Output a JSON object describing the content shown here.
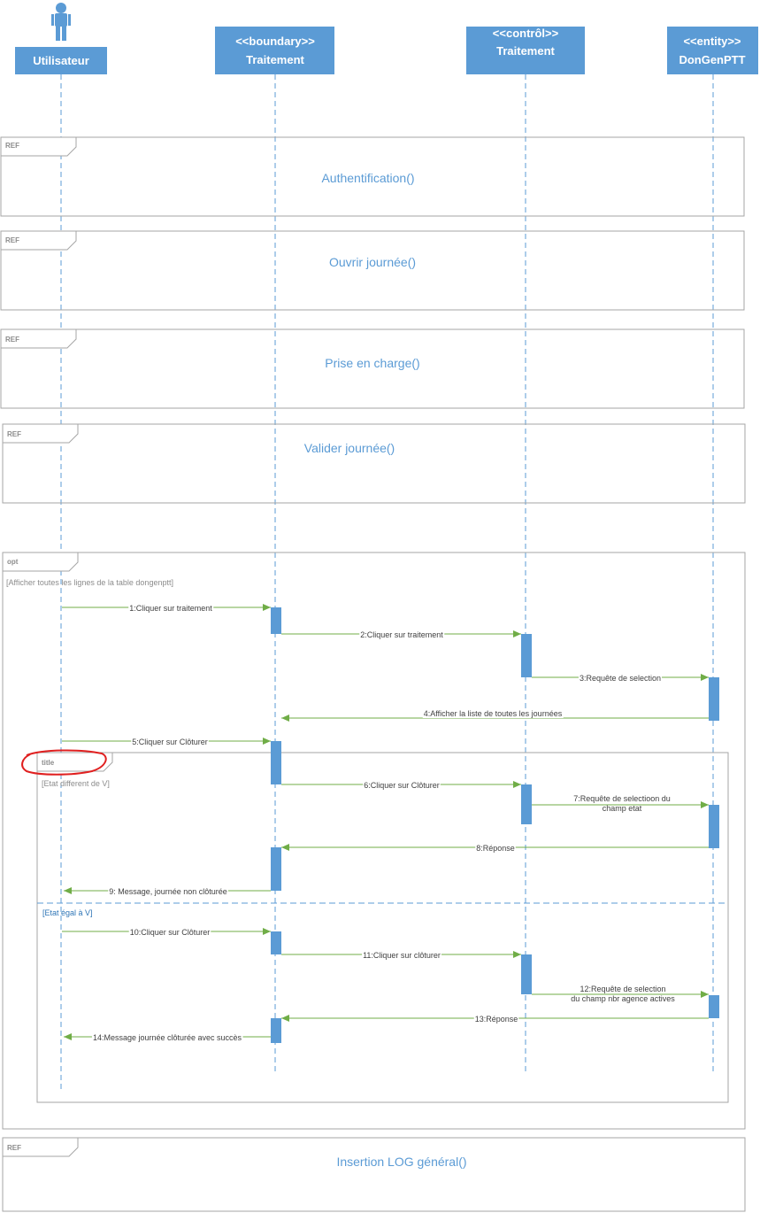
{
  "lifelines": [
    {
      "line1": "Utilisateur",
      "line2": ""
    },
    {
      "line1": "<<boundary>>",
      "line2": "Traitement"
    },
    {
      "line1": "<<contrôl>>",
      "line2": "Traitement"
    },
    {
      "line1": "<<entity>>",
      "line2": "DonGenPTT"
    }
  ],
  "refs": [
    {
      "label": "REF",
      "title": "Authentification()"
    },
    {
      "label": "REF",
      "title": "Ouvrir journée()"
    },
    {
      "label": "REF",
      "title": "Prise en charge()"
    },
    {
      "label": "REF",
      "title": "Valider journée()"
    },
    {
      "label": "REF",
      "title": "Insertion LOG général()"
    }
  ],
  "opt": {
    "label": "opt",
    "guard": "[Afficher toutes les lignes de la table dongenptt]"
  },
  "alt": {
    "label": "title",
    "guard1": "[Etat different de V]",
    "guard2": "[Etat égal à V]"
  },
  "messages": [
    {
      "lines": [
        "1:Cliquer sur traitement"
      ]
    },
    {
      "lines": [
        "2:Cliquer sur traitement"
      ]
    },
    {
      "lines": [
        "3:Requête de selection"
      ]
    },
    {
      "lines": [
        "4:Afficher la liste de toutes les journées"
      ]
    },
    {
      "lines": [
        "5:Cliquer sur Clôturer"
      ]
    },
    {
      "lines": [
        "6:Cliquer sur Clôturer"
      ]
    },
    {
      "lines": [
        "7:Requête de selectioon du",
        "champ etat"
      ]
    },
    {
      "lines": [
        "8:Réponse"
      ]
    },
    {
      "lines": [
        "9: Message, journée non clôturée"
      ]
    },
    {
      "lines": [
        "10:Cliquer sur Clôturer"
      ]
    },
    {
      "lines": [
        "11:Cliquer sur clôturer"
      ]
    },
    {
      "lines": [
        "12:Requête de selection",
        "du champ nbr agence actives"
      ]
    },
    {
      "lines": [
        "13:Réponse"
      ]
    },
    {
      "lines": [
        "14:Message journée clôturée  avec succès"
      ]
    }
  ]
}
